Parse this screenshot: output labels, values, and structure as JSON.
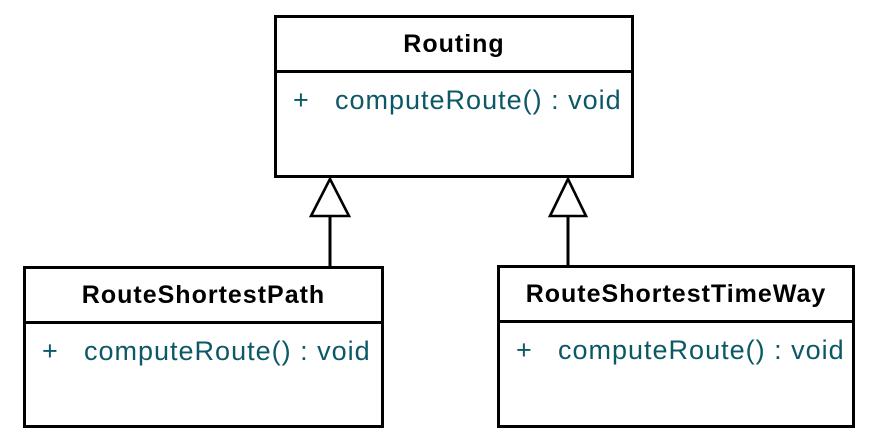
{
  "diagram": {
    "kind": "uml-class-diagram",
    "background_color": "#ffffff",
    "box_border_color": "#000000",
    "box_fill_color": "#ffffff",
    "class_name_color": "#000000",
    "member_text_color": "#0d5866",
    "classes": [
      {
        "name": "Routing",
        "members": [
          {
            "visibility": "+",
            "signature": "computeRoute() : void"
          }
        ]
      },
      {
        "name": "RouteShortestPath",
        "members": [
          {
            "visibility": "+",
            "signature": "computeRoute() : void"
          }
        ]
      },
      {
        "name": "RouteShortestTimeWay",
        "members": [
          {
            "visibility": "+",
            "signature": "computeRoute() : void"
          }
        ]
      }
    ],
    "relationships": [
      {
        "type": "generalization",
        "from": "RouteShortestPath",
        "to": "Routing"
      },
      {
        "type": "generalization",
        "from": "RouteShortestTimeWay",
        "to": "Routing"
      }
    ]
  }
}
